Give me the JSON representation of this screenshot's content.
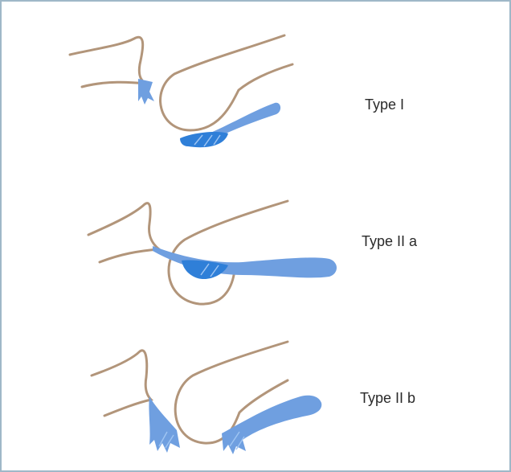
{
  "figure": {
    "panels": [
      {
        "label": "Type I"
      },
      {
        "label": "Type II a"
      },
      {
        "label": "Type II b"
      }
    ],
    "colors": {
      "bone_outline": "#b2957a",
      "ligament": "#6f9fe0",
      "fragment": "#2f7fd8",
      "border": "#9fb8c8"
    }
  }
}
